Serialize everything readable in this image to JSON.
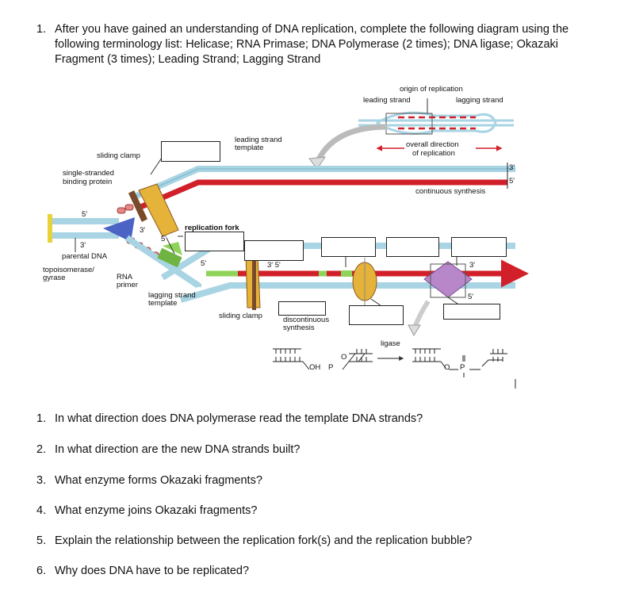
{
  "intro": {
    "number": "1.",
    "text": "After you have gained an understanding of DNA replication, complete the following diagram using the following terminology list: Helicase; RNA Primase; DNA Polymerase (2 times); DNA ligase; Okazaki Fragment (3 times); Leading Strand; Lagging Strand"
  },
  "diagram": {
    "labels": {
      "origin": "origin of replication",
      "leading_top": "leading strand",
      "lagging_top": "lagging strand",
      "overall_1": "overall direction",
      "overall_2": "of replication",
      "continuous": "continuous synthesis",
      "leading_template_1": "leading strand",
      "leading_template_2": "template",
      "sliding_clamp_1": "sliding clamp",
      "ssb_1": "single-stranded",
      "ssb_2": "binding protein",
      "five_prime": "5'",
      "three_prime": "3'",
      "replication_fork": "replication fork",
      "parental": "parental DNA",
      "topo_1": "topoisomerase/",
      "topo_2": "gyrase",
      "rna_1": "RNA",
      "rna_2": "primer",
      "lagging_template_1": "lagging strand",
      "lagging_template_2": "template",
      "sliding_clamp_2": "sliding clamp",
      "discont_1": "discontinuous",
      "discont_2": "synthesis",
      "three_five": "3'  5'",
      "ligase": "ligase",
      "oh": "OH",
      "p": "P",
      "o": "O"
    }
  },
  "questions": [
    {
      "number": "1.",
      "text": "In what direction does DNA polymerase read the template DNA strands?"
    },
    {
      "number": "2.",
      "text": "In what direction are the new DNA strands built?"
    },
    {
      "number": "3.",
      "text": "What enzyme forms Okazaki fragments?"
    },
    {
      "number": "4.",
      "text": "What enzyme joins Okazaki fragments?"
    },
    {
      "number": "5.",
      "text": "Explain the relationship between the replication fork(s) and the replication bubble?"
    },
    {
      "number": "6.",
      "text": "Why does DNA have to be replicated?"
    }
  ],
  "colors": {
    "template": "#a8d4e3",
    "new_strand": "#d1202a",
    "clamp": "#e6b33a",
    "helicase": "#4a63c4",
    "primase": "#6fb443",
    "ligase_purple": "#b787c9"
  }
}
